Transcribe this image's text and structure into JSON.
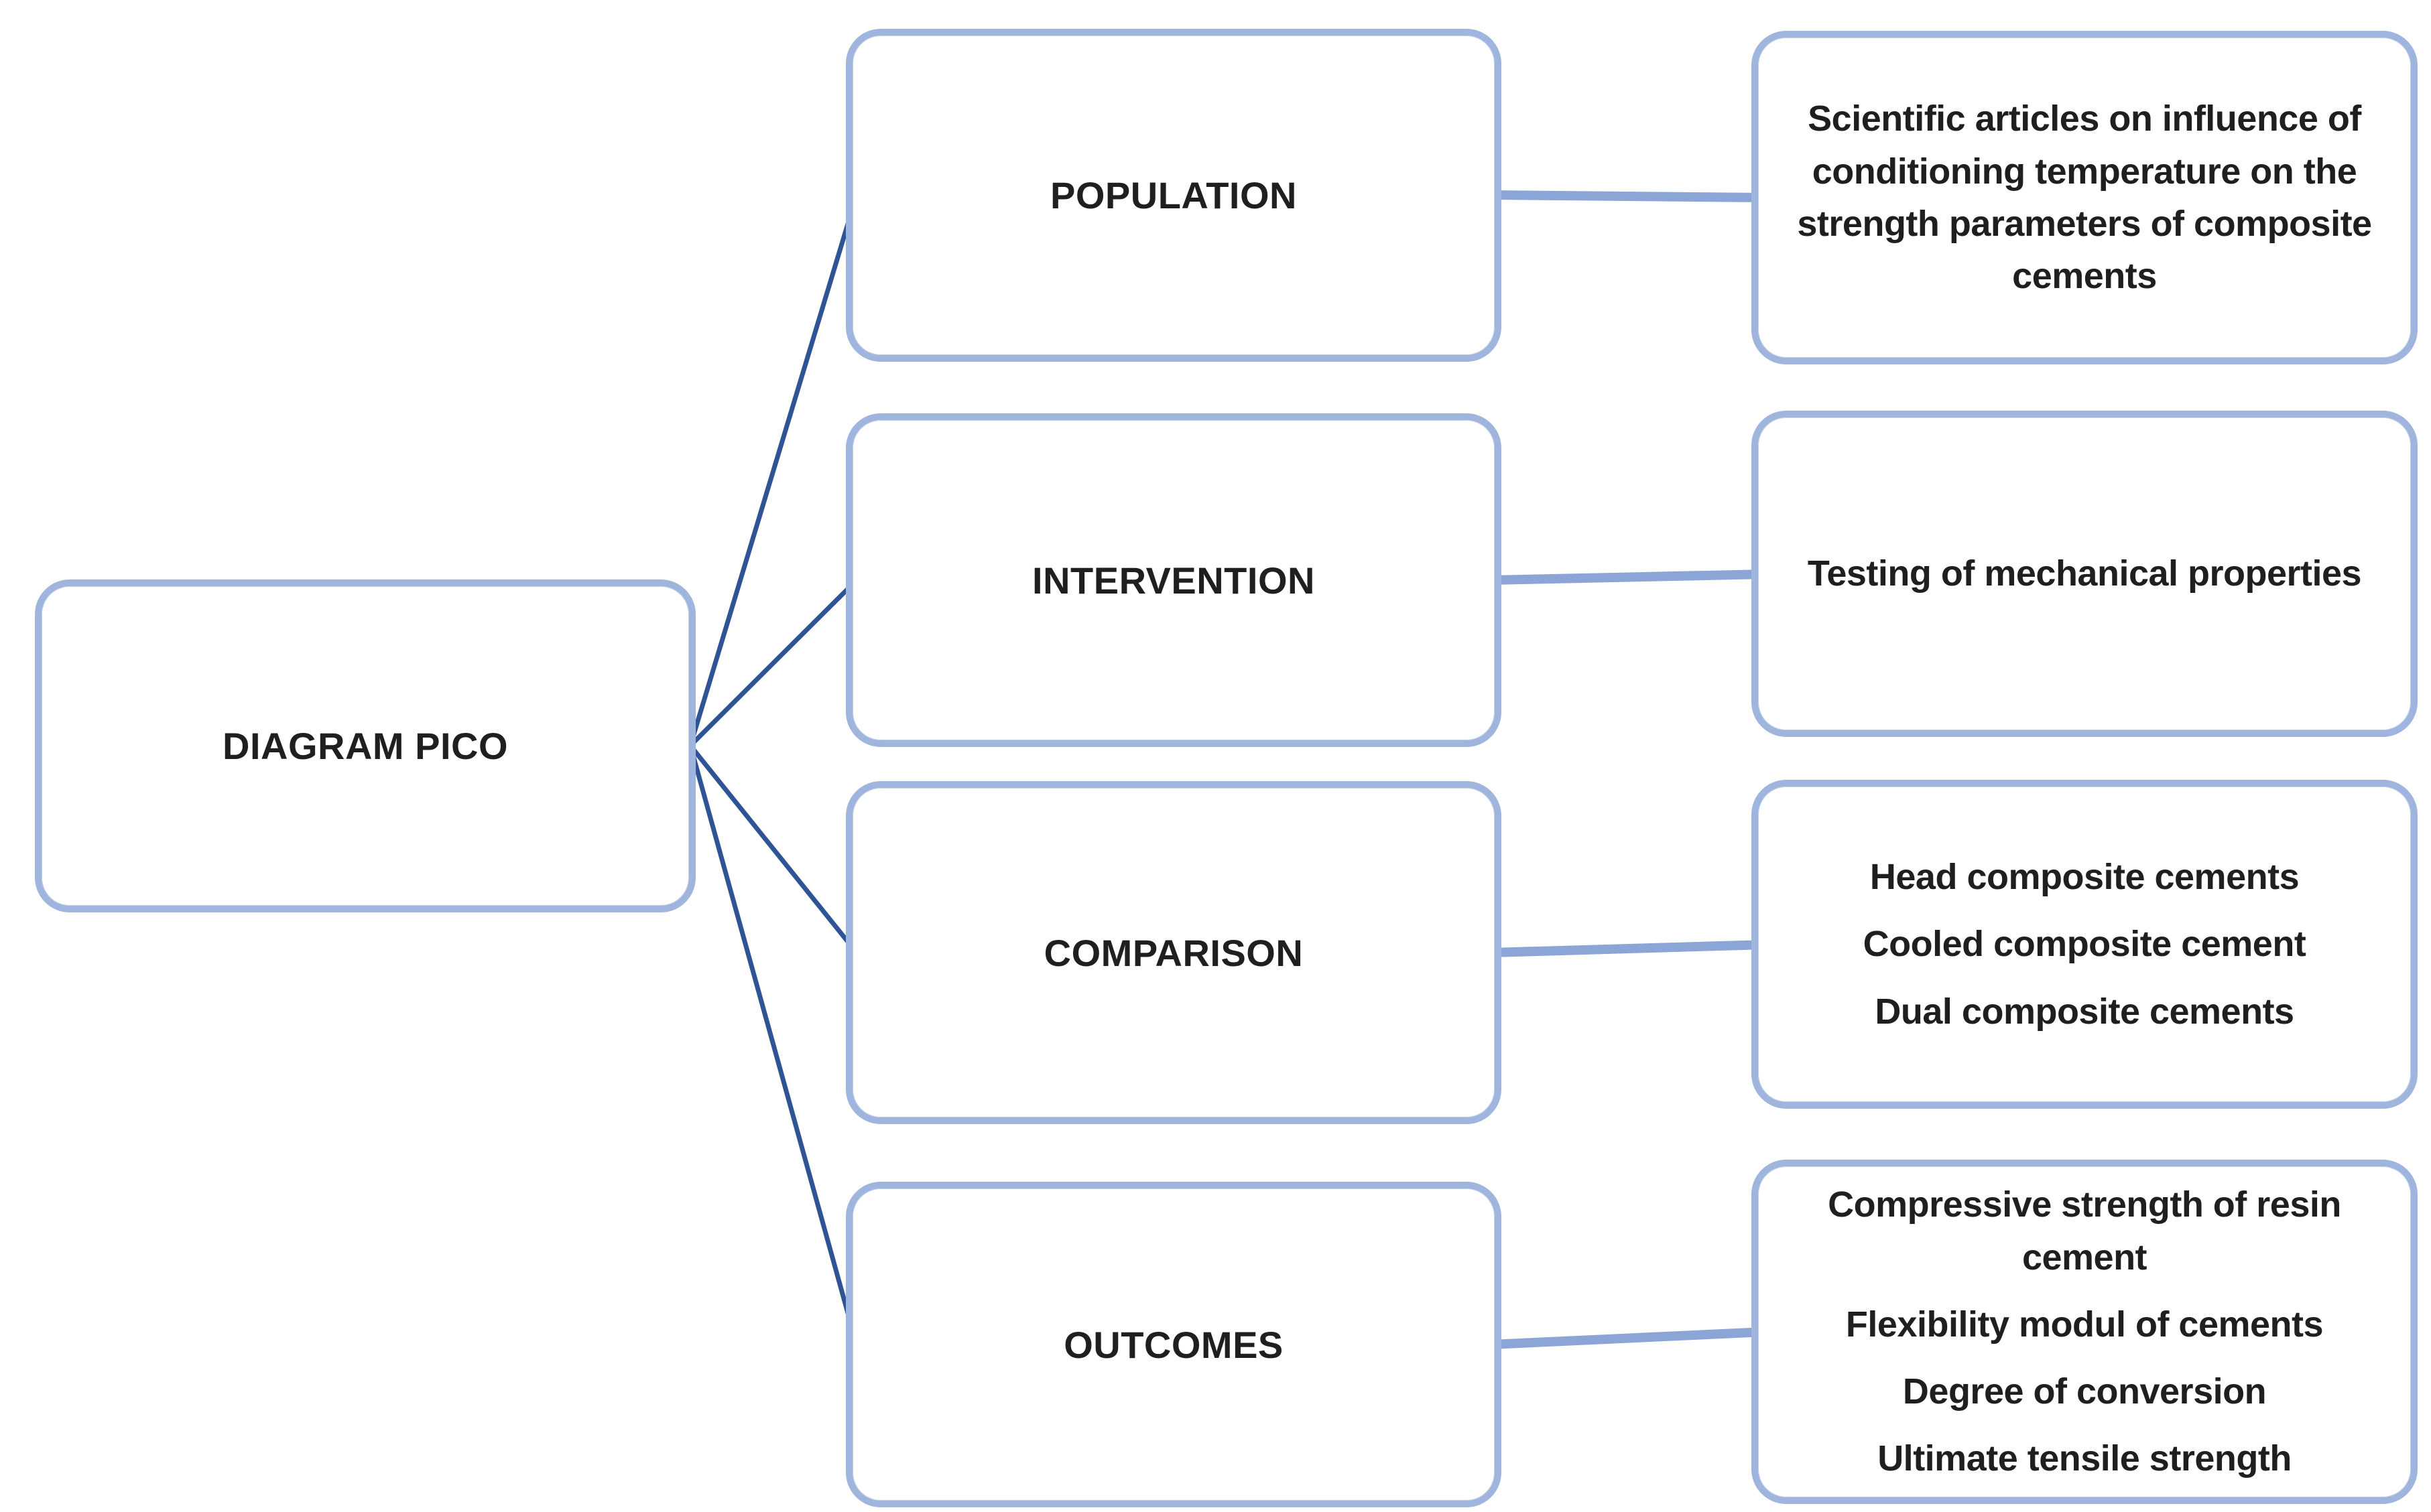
{
  "diagram": {
    "root_label": "DIAGRAM PICO",
    "rows": [
      {
        "category": "POPULATION",
        "details": [
          "Scientific articles on influence of\nconditioning temperature on the\nstrength parameters of composite\ncements"
        ]
      },
      {
        "category": "INTERVENTION",
        "details": [
          "Testing of mechanical properties"
        ]
      },
      {
        "category": "COMPARISON",
        "details": [
          "Head composite cements",
          "Cooled composite cement",
          "Dual composite cements"
        ]
      },
      {
        "category": "OUTCOMES",
        "details": [
          "Compressive strength  of resin\ncement",
          "Flexibility modul of cements",
          "Degree of conversion",
          "Ultimate tensile strength"
        ]
      }
    ],
    "colors": {
      "box_border": "#9FB5DD",
      "corner_accent": "#4E79BB",
      "connector_light": "#8BA6D6",
      "fan_line_dark": "#2F5496",
      "text": "#1F1F1F",
      "background": "#FFFFFF"
    }
  }
}
